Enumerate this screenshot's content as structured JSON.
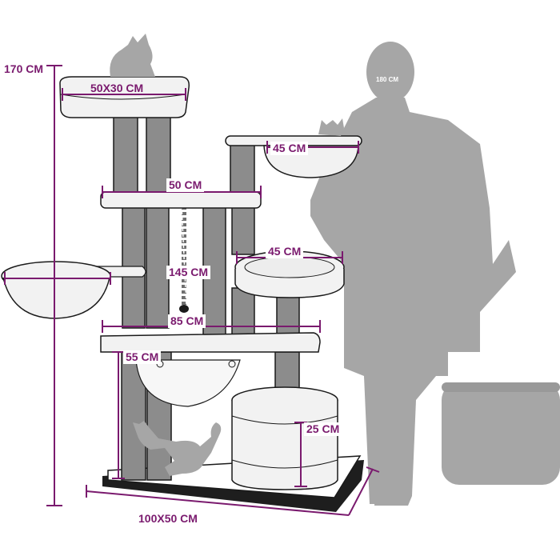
{
  "colors": {
    "accent": "#7a1a6e",
    "silhouette": "#a6a6a6",
    "post": "#8c8c8c",
    "outline": "#1a1a1a",
    "base": "#1e1e1e",
    "background": "#ffffff"
  },
  "labels": {
    "total_height": "170 CM",
    "person_height": "180 CM",
    "top_platform": "50X30 CM",
    "right_hammock": "45 CM",
    "upper_platform": "50 CM",
    "round_bed": "45 CM",
    "post_height": "145 CM",
    "main_platform": "85 CM",
    "hammock_height": "55 CM",
    "cave_height": "25 CM",
    "base": "100X50 CM"
  },
  "icons": [
    "cat-silhouette-top",
    "cat-silhouette-hammock",
    "cat-silhouette-bottom",
    "person-silhouette",
    "stool-silhouette"
  ]
}
